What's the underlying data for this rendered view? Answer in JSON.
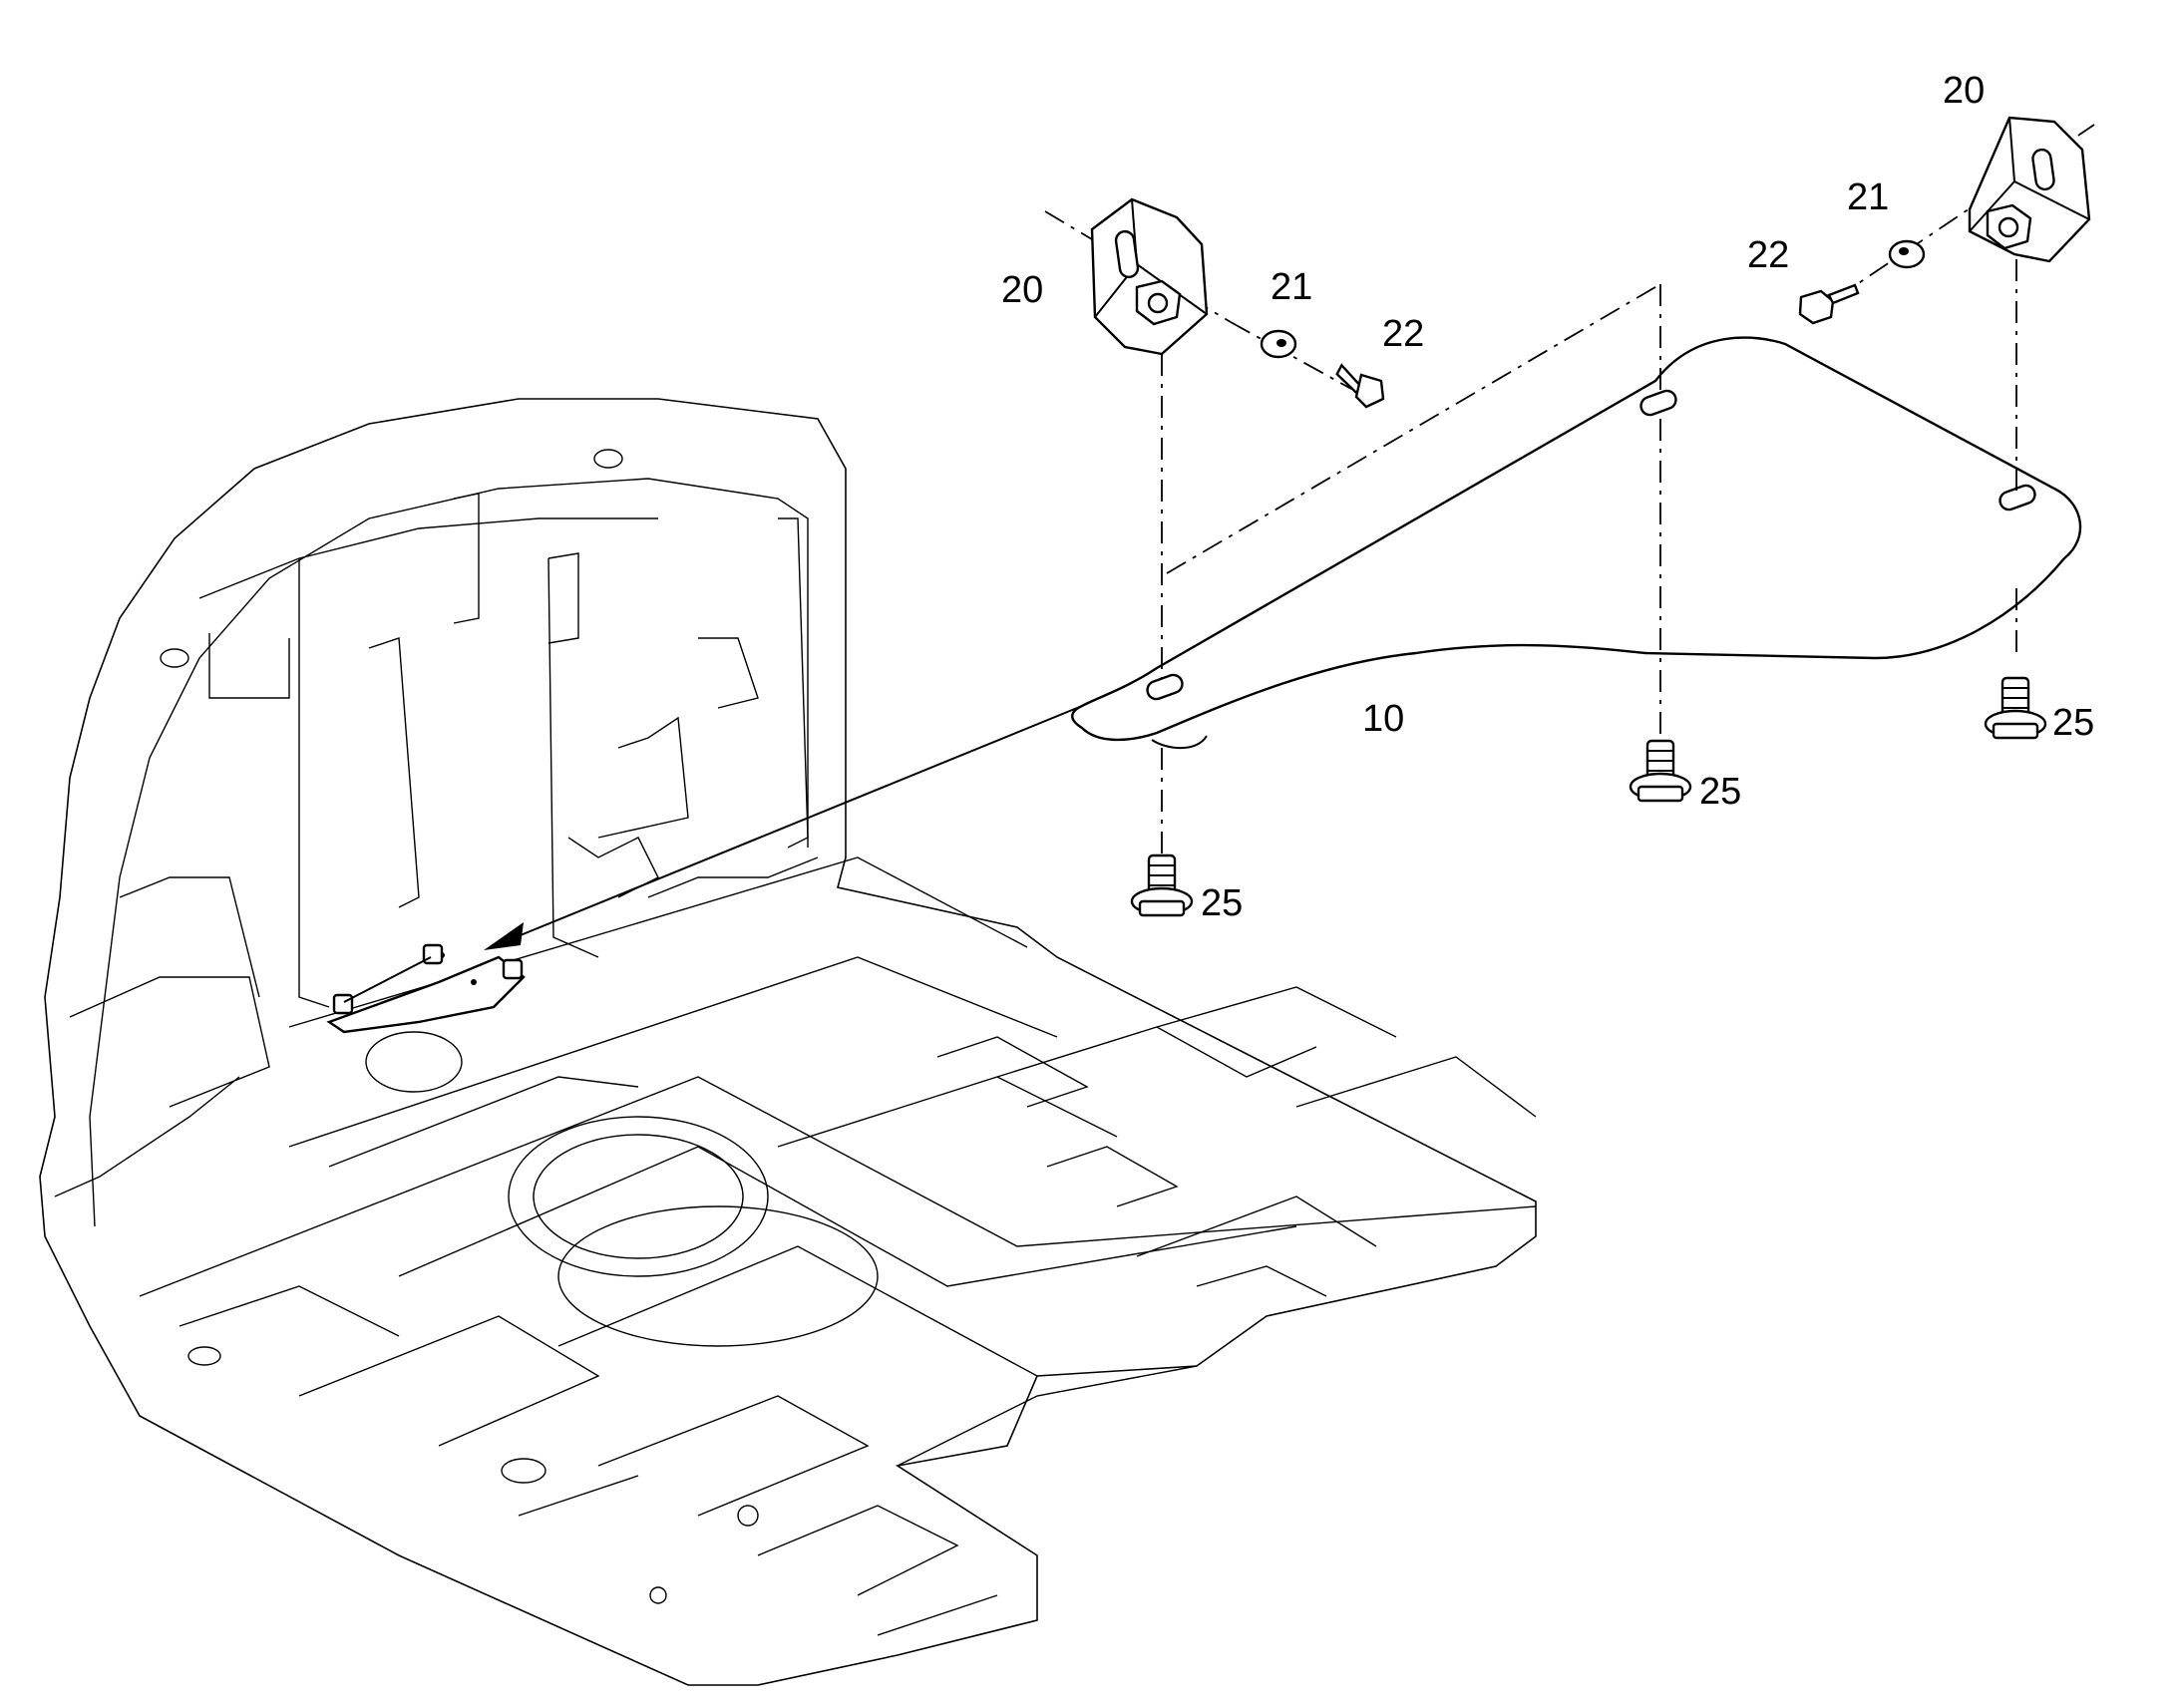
{
  "diagram": {
    "callouts": {
      "cover_plate": "10",
      "bracket_left": "20",
      "bracket_right": "20",
      "washer_left": "21",
      "washer_right": "21",
      "bolt_left": "22",
      "bolt_right": "22",
      "screw_front": "25",
      "screw_middle": "25",
      "screw_right": "25"
    }
  }
}
